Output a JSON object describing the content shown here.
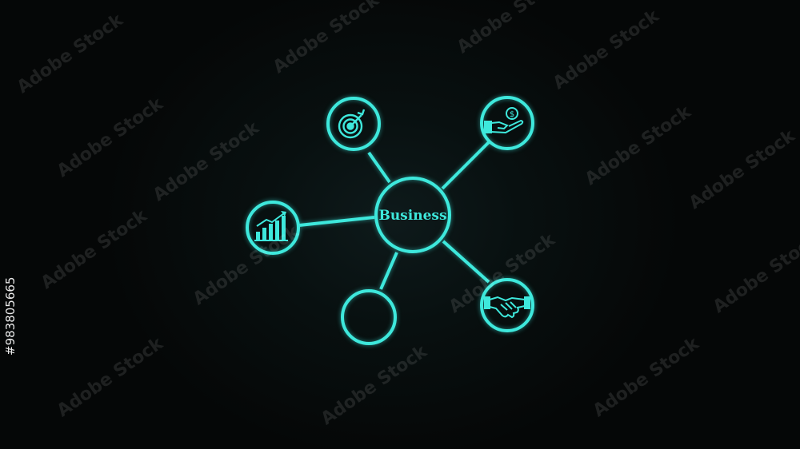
{
  "diagram": {
    "center_label": "Business",
    "accent_color": "#3ee8dc",
    "background_color": "#050707",
    "nodes": [
      {
        "id": "target",
        "icon": "target-arrow-icon"
      },
      {
        "id": "money",
        "icon": "hand-coin-icon"
      },
      {
        "id": "growth",
        "icon": "bar-chart-growth-icon"
      },
      {
        "id": "empty",
        "icon": ""
      },
      {
        "id": "deal",
        "icon": "handshake-icon"
      }
    ]
  },
  "watermark": {
    "text": "Adobe Stock",
    "id": "#983805665"
  }
}
